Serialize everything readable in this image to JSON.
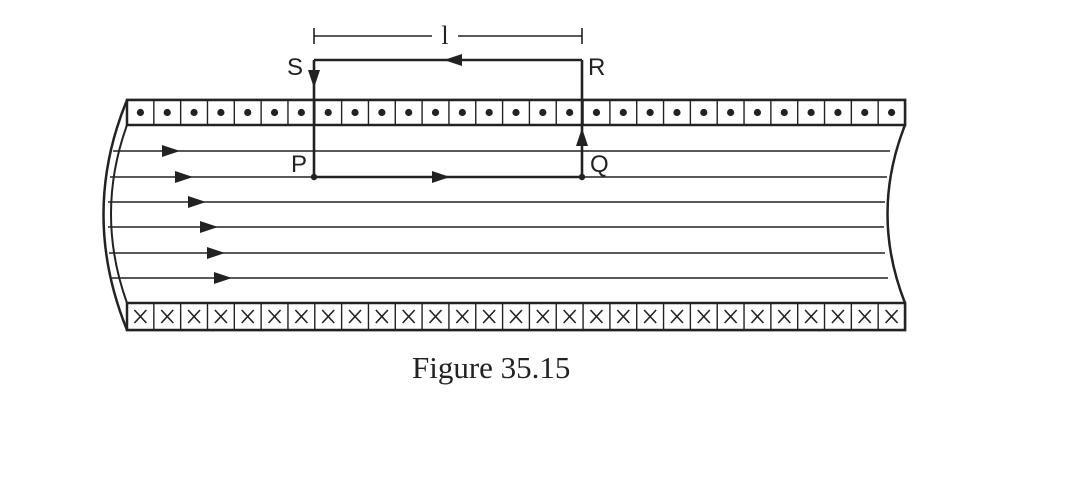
{
  "labels": {
    "S": "S",
    "R": "R",
    "P": "P",
    "Q": "Q",
    "length": "l"
  },
  "caption": "Figure 35.15",
  "symbols": {
    "top_row": "dot",
    "bottom_row": "cross",
    "count_per_row": 29
  },
  "colors": {
    "ink": "#222222",
    "background": "#ffffff"
  }
}
